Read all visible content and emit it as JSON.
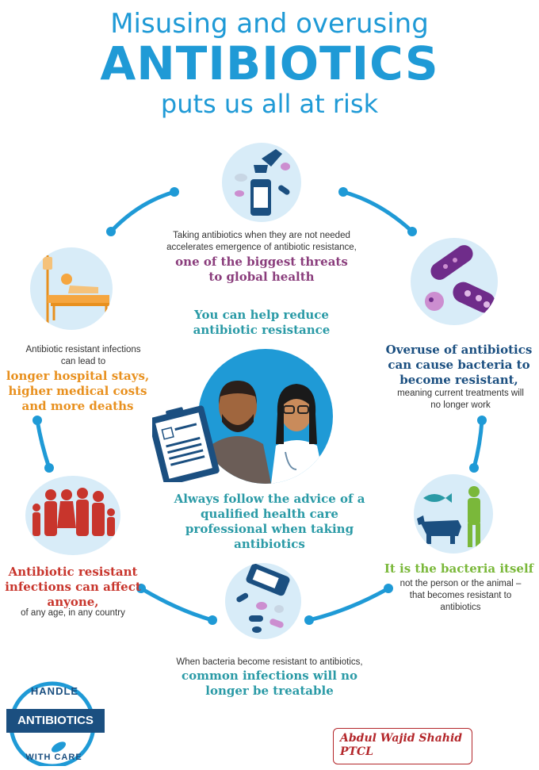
{
  "header": {
    "line1": "Misusing and overusing",
    "line2": "ANTIBIOTICS",
    "line3": "puts us all at risk"
  },
  "top": {
    "text": "Taking antibiotics when they are not needed accelerates emergence of antibiotic resistance,",
    "highlight": "one of the biggest threats to global health"
  },
  "center": {
    "help": "You can help reduce antibiotic resistance",
    "advice": "Always follow the advice of a qualified health care professional when taking antibiotics"
  },
  "left_top": {
    "text": "Antibiotic resistant infections can lead to",
    "highlight": "longer hospital stays, higher medical costs and more deaths"
  },
  "right_top": {
    "highlight": "Overuse of antibiotics can cause bacteria to become resistant,",
    "text": "meaning current treatments will no longer work"
  },
  "left_bottom": {
    "highlight": "Antibiotic resistant infections can affect anyone,",
    "text": "of any age, in any country"
  },
  "right_bottom": {
    "highlight": "It is the bacteria itself",
    "text": "not the person or the animal – that becomes resistant to antibiotics"
  },
  "bottom": {
    "text": "When bacteria become resistant to antibiotics,",
    "highlight": "common infections will no longer be treatable"
  },
  "badge": {
    "top": "HANDLE",
    "middle": "ANTIBIOTICS",
    "bottom": "WITH CARE"
  },
  "signature": {
    "name": "Abdul Wajid Shahid",
    "org": "PTCL"
  },
  "colors": {
    "blue": "#1f9ad6",
    "navy": "#1b4f80",
    "purple": "#8a3d7c",
    "orange": "#e8901e",
    "red": "#c8352c",
    "green": "#7ab83a",
    "teal": "#2a9aa6"
  },
  "icons": [
    "hand-pills-icon",
    "hospital-bed-icon",
    "bacteria-icon",
    "doctors-icon",
    "prescription-clipboard-icon",
    "people-group-icon",
    "spilled-pills-icon",
    "fish-cow-person-icon"
  ]
}
